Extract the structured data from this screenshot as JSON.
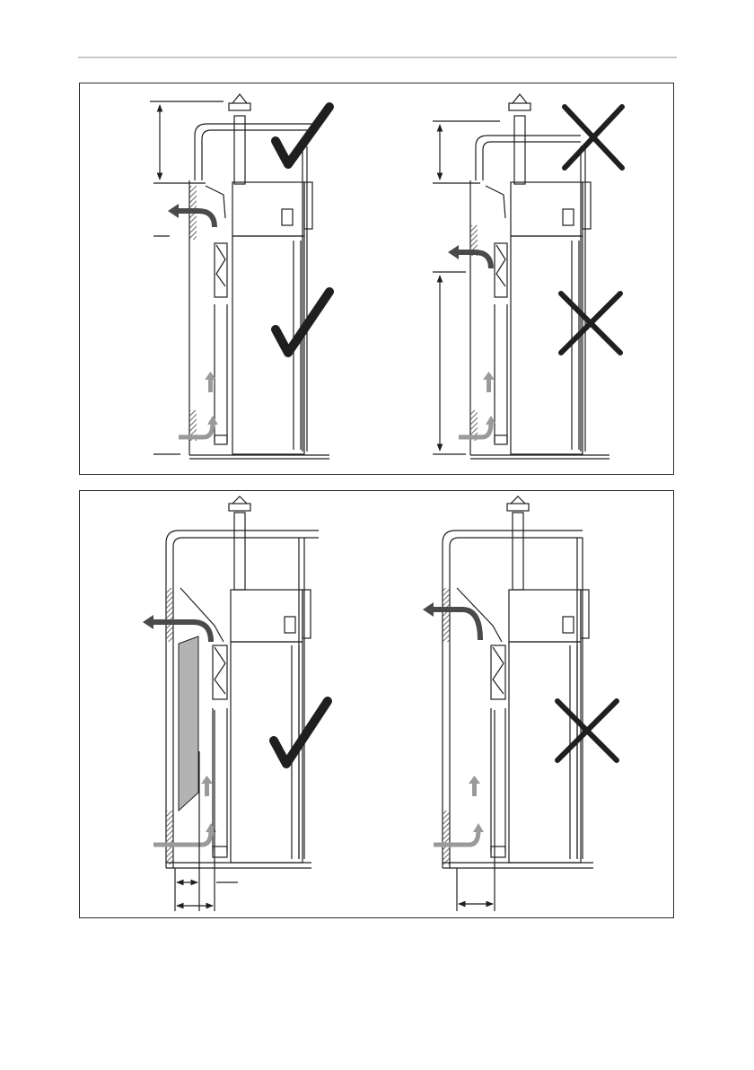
{
  "colors": {
    "line": "#1f1f1f",
    "hatch": "#444444",
    "arrow_out": "#4a4a4a",
    "arrow_in": "#9a9a9a",
    "shade": "#b3b3b3",
    "border": "#2b2b2b",
    "rule": "#c8c8c8"
  },
  "panels": [
    {
      "id": "top",
      "variants": [
        {
          "position": "left",
          "upper_mark": "check-icon",
          "lower_mark": "check-icon"
        },
        {
          "position": "right",
          "upper_mark": "cross-icon",
          "lower_mark": "cross-icon"
        }
      ]
    },
    {
      "id": "bottom",
      "variants": [
        {
          "position": "left",
          "mark": "check-icon"
        },
        {
          "position": "right",
          "mark": "cross-icon"
        }
      ]
    }
  ]
}
